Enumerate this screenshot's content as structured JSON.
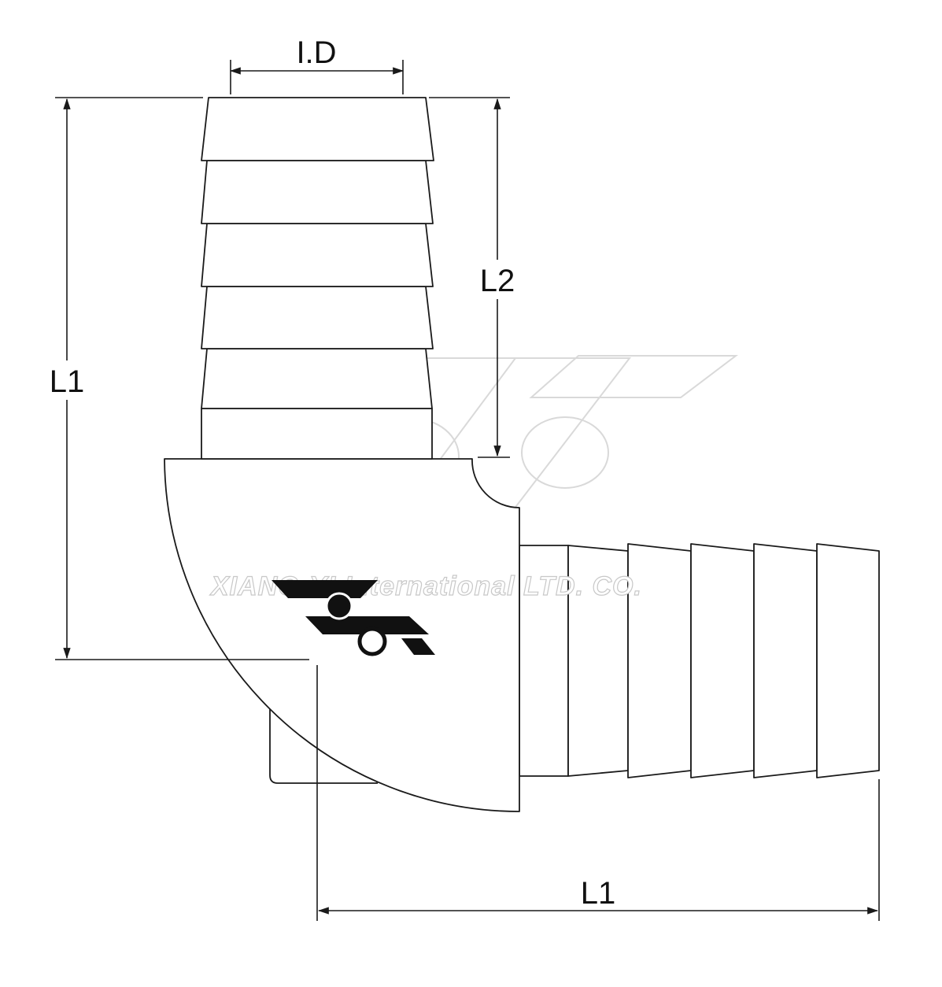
{
  "dimensions": {
    "inner_diameter_label": "I.D",
    "overall_length_vertical_label": "L1",
    "barb_length_label": "L2",
    "overall_length_horizontal_label": "L1"
  },
  "watermark": {
    "company_text": "XIANG-YI International  LTD. CO."
  },
  "colors": {
    "line": "#1a1a1a",
    "watermark": "#d0d0d0",
    "background": "#ffffff"
  }
}
